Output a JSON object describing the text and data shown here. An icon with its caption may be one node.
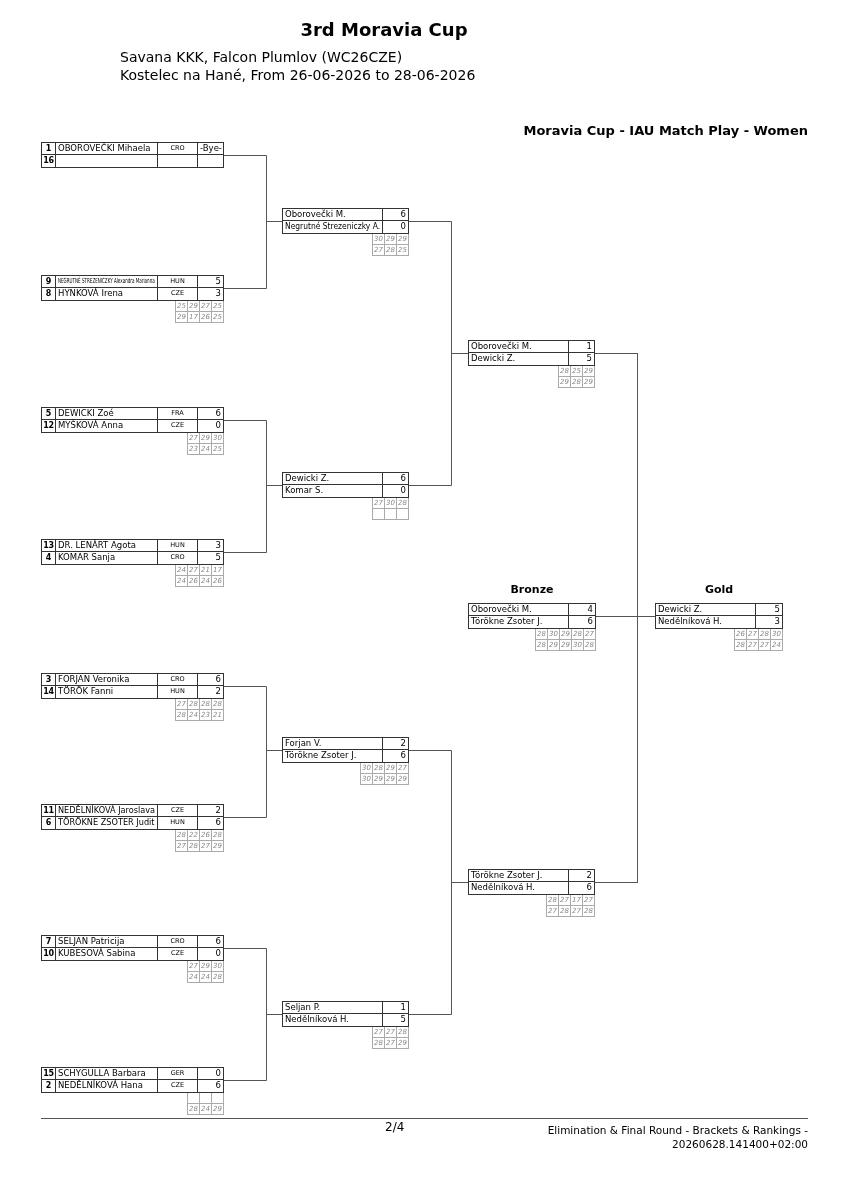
{
  "diagram": {
    "title": "3rd Moravia Cup",
    "nodes": [
      {
        "text": [
          "1",
          "OBOROVEČKI Mihaela",
          "CRO",
          "-Bye-",
          "16"
        ]
      },
      {
        "text": [
          "9",
          "NEGRUTNÉ STREZENICZKY Alexandra Marianna",
          "HUN",
          "5",
          "8",
          "HYNKOVÁ Irena",
          "CZE",
          "3"
        ],
        "beside": [
          "25",
          "29",
          "27",
          "25",
          "29",
          "17",
          "26",
          "25"
        ]
      },
      {
        "text": [
          "5",
          "DEWICKI Zoé",
          "FRA",
          "6",
          "12",
          "MYŠKOVÁ Anna",
          "CZE",
          "0"
        ],
        "beside": [
          "27",
          "29",
          "30",
          "23",
          "24",
          "25"
        ]
      },
      {
        "text": [
          "13",
          "DR. LENÁRT Agota",
          "HUN",
          "3",
          "4",
          "KOMAR Sanja",
          "CRO",
          "5"
        ],
        "beside": [
          "24",
          "27",
          "21",
          "17",
          "24",
          "26",
          "24",
          "26"
        ]
      },
      {
        "text": [
          "3",
          "FORJAN Veronika",
          "CRO",
          "6",
          "14",
          "TÖRÖK Fanni",
          "HUN",
          "2"
        ],
        "beside": [
          "27",
          "28",
          "28",
          "28",
          "28",
          "24",
          "23",
          "21"
        ]
      },
      {
        "text": [
          "11",
          "NEDĚLNÍKOVÁ Jaroslava",
          "CZE",
          "2",
          "6",
          "TÖRÖKNE ZSOTER Judit",
          "HUN",
          "6"
        ],
        "beside": [
          "28",
          "22",
          "26",
          "28",
          "27",
          "28",
          "27",
          "29"
        ]
      },
      {
        "text": [
          "7",
          "SELJAN Patricija",
          "CRO",
          "6",
          "10",
          "KUBESOVÁ Sabina",
          "CZE",
          "0"
        ],
        "beside": [
          "27",
          "29",
          "30",
          "24",
          "24",
          "28"
        ]
      },
      {
        "text": [
          "15",
          "SCHYGULLA Barbara",
          "GER",
          "0",
          "2",
          "NEDĚLNÍKOVÁ Hana",
          "CZE",
          "6"
        ],
        "beside": [
          "28",
          "24",
          "29"
        ]
      },
      {
        "text": [
          "Oborovečki M.",
          "6",
          "Negrutné Strezeniczky A.",
          "0"
        ],
        "beside": [
          "30",
          "29",
          "29",
          "27",
          "28",
          "25"
        ]
      },
      {
        "text": [
          "Dewicki Z.",
          "6",
          "Komar S.",
          "0"
        ],
        "beside": [
          "27",
          "30",
          "28"
        ]
      },
      {
        "text": [
          "Forjan V.",
          "2",
          "Törökne Zsoter J.",
          "6"
        ],
        "beside": [
          "30",
          "28",
          "29",
          "27",
          "30",
          "29",
          "29",
          "29"
        ]
      },
      {
        "text": [
          "Seljan P.",
          "1",
          "Nedělníková H.",
          "5"
        ],
        "beside": [
          "27",
          "27",
          "28",
          "28",
          "27",
          "29"
        ]
      },
      {
        "text": [
          "Oborovečki M.",
          "1",
          "Dewicki Z.",
          "5"
        ],
        "beside": [
          "28",
          "25",
          "29",
          "29",
          "28",
          "29"
        ]
      },
      {
        "text": [
          "Törökne Zsoter J.",
          "2",
          "Nedělníková H.",
          "6"
        ],
        "beside": [
          "28",
          "27",
          "17",
          "27",
          "27",
          "28",
          "27",
          "28"
        ]
      },
      {
        "text": [
          "Bronze",
          "Oborovečki M.",
          "4",
          "Törökne Zsoter J.",
          "6"
        ],
        "beside": [
          "28",
          "30",
          "29",
          "28",
          "27",
          "28",
          "29",
          "29",
          "30",
          "28"
        ]
      },
      {
        "text": [
          "Gold",
          "Dewicki Z.",
          "5",
          "Nedělníková H.",
          "3"
        ],
        "beside": [
          "26",
          "27",
          "28",
          "30",
          "28",
          "27",
          "27",
          "24"
        ]
      }
    ],
    "edges": [
      {
        "from": 0,
        "to": 8,
        "arrow": "none"
      },
      {
        "from": 1,
        "to": 8,
        "arrow": "none"
      },
      {
        "from": 2,
        "to": 9,
        "arrow": "none"
      },
      {
        "from": 3,
        "to": 9,
        "arrow": "none"
      },
      {
        "from": 4,
        "to": 10,
        "arrow": "none"
      },
      {
        "from": 5,
        "to": 10,
        "arrow": "none"
      },
      {
        "from": 6,
        "to": 11,
        "arrow": "none"
      },
      {
        "from": 7,
        "to": 11,
        "arrow": "none"
      },
      {
        "from": 8,
        "to": 12,
        "arrow": "none"
      },
      {
        "from": 9,
        "to": 12,
        "arrow": "none"
      },
      {
        "from": 10,
        "to": 13,
        "arrow": "none"
      },
      {
        "from": 11,
        "to": 13,
        "arrow": "none"
      },
      {
        "from": 12,
        "to": 15,
        "arrow": "none"
      },
      {
        "from": 13,
        "to": 15,
        "arrow": "none"
      },
      {
        "from": 12,
        "to": 14,
        "arrow": "none"
      },
      {
        "from": 13,
        "to": 14,
        "arrow": "none"
      }
    ],
    "labels": [
      "Savana KKK, Falcon Plumlov (WC26CZE)",
      "Kostelec na Hané, From 26-06-2026 to 28-06-2026",
      "Moravia Cup - IAU Match Play - Women",
      "2/4",
      "Elimination & Final Round - Brackets & Rankings - 20260628.141400+02:00"
    ]
  }
}
